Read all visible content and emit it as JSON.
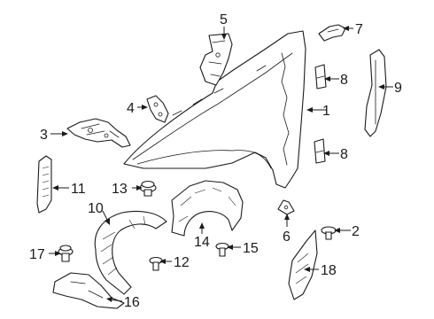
{
  "callouts": [
    {
      "id": "1",
      "text": "1"
    },
    {
      "id": "2",
      "text": "2"
    },
    {
      "id": "3",
      "text": "3"
    },
    {
      "id": "4",
      "text": "4"
    },
    {
      "id": "5",
      "text": "5"
    },
    {
      "id": "6",
      "text": "6"
    },
    {
      "id": "7",
      "text": "7"
    },
    {
      "id": "8a",
      "text": "8"
    },
    {
      "id": "8b",
      "text": "8"
    },
    {
      "id": "9",
      "text": "9"
    },
    {
      "id": "10",
      "text": "10"
    },
    {
      "id": "11",
      "text": "11"
    },
    {
      "id": "12",
      "text": "12"
    },
    {
      "id": "13",
      "text": "13"
    },
    {
      "id": "14",
      "text": "14"
    },
    {
      "id": "15",
      "text": "15"
    },
    {
      "id": "16",
      "text": "16"
    },
    {
      "id": "17",
      "text": "17"
    },
    {
      "id": "18",
      "text": "18"
    }
  ]
}
